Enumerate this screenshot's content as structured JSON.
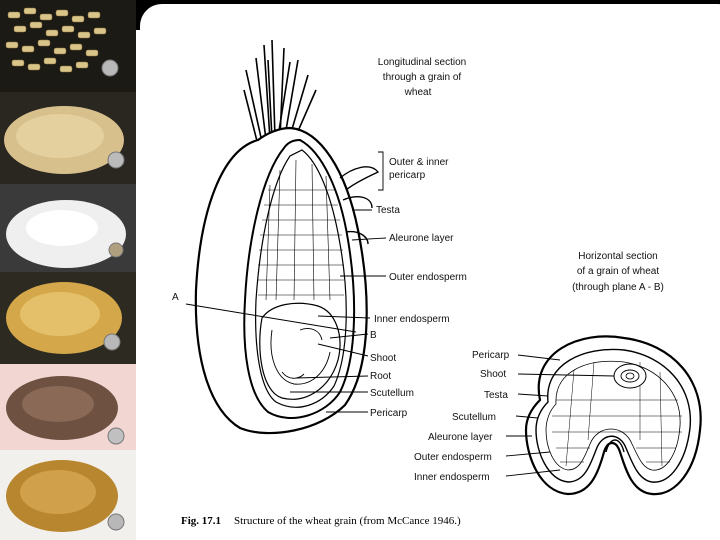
{
  "longitudinal": {
    "title_lines": [
      "Longitudinal section",
      "through a grain of",
      "wheat"
    ],
    "labels": [
      "Outer & inner",
      "pericarp",
      "Testa",
      "Aleurone layer",
      "Outer endosperm",
      "Inner endosperm",
      "B",
      "Shoot",
      "Root",
      "Scutellum",
      "Pericarp"
    ],
    "point_a": "A"
  },
  "horizontal": {
    "title_lines": [
      "Horizontal section",
      "of a grain of wheat",
      "(through plane A - B)"
    ],
    "labels": [
      "Pericarp",
      "Shoot",
      "Testa",
      "Scutellum",
      "Aleurone layer",
      "Outer endosperm",
      "Inner endosperm"
    ]
  },
  "caption": {
    "fig": "Fig. 17.1",
    "text": "Structure of the wheat grain (from McCance 1946.)"
  },
  "photos": [
    {
      "name": "pellets",
      "color": "#c9b27a"
    },
    {
      "name": "bran",
      "color": "#d8c08c"
    },
    {
      "name": "flour",
      "color": "#eeeeee"
    },
    {
      "name": "cracked-grain",
      "color": "#d4a84a"
    },
    {
      "name": "dark-flakes",
      "color": "#6e5140"
    },
    {
      "name": "golden-flakes",
      "color": "#b8862e"
    }
  ]
}
